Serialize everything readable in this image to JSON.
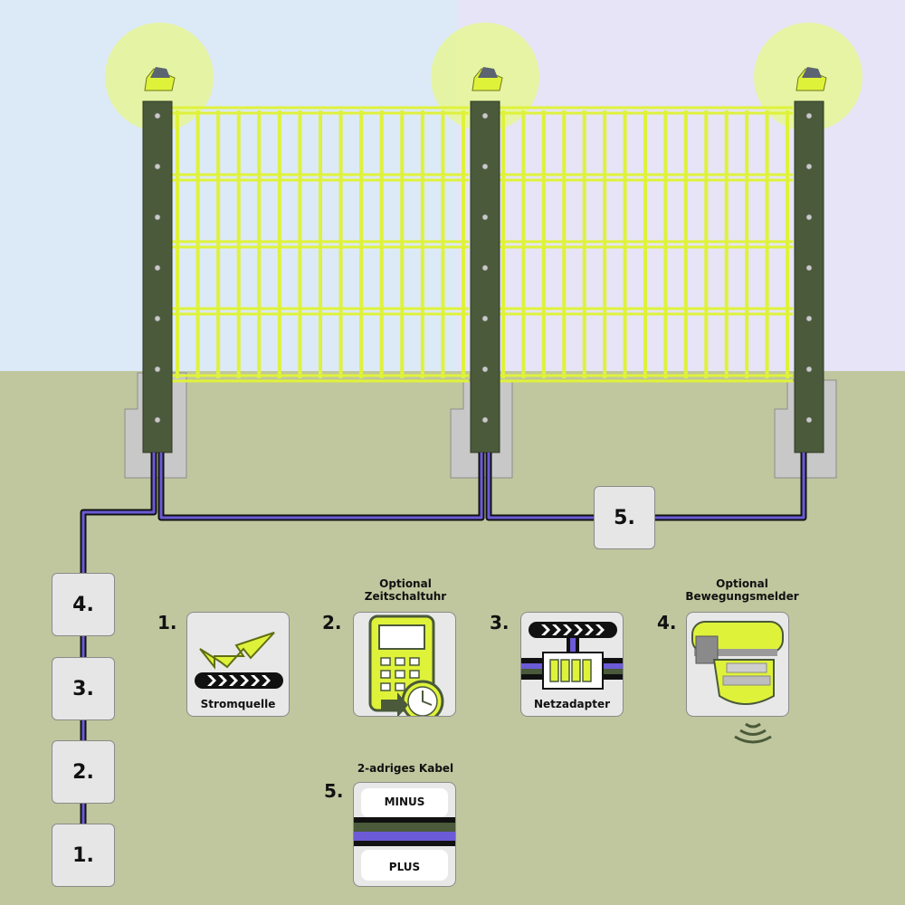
{
  "colors": {
    "sky_left": "#dce9f7",
    "sky_right": "#e6e4f6",
    "ground": "#c0c79e",
    "post": "#4a5a3a",
    "fence": "#dff23a",
    "glow": "#e6f59a",
    "wire_purple": "#6b5bd6",
    "wire_dark": "#111111",
    "box": "#e6e6e6"
  },
  "chain": {
    "boxes": [
      "4.",
      "3.",
      "2.",
      "1."
    ],
    "junction_label": "5."
  },
  "items": [
    {
      "number": "1.",
      "caption": "",
      "label": "Stromquelle",
      "icon": "lightning-icon"
    },
    {
      "number": "2.",
      "caption": "Optional\nZeitschaltuhr",
      "label": "",
      "icon": "timer-icon"
    },
    {
      "number": "3.",
      "caption": "",
      "label": "Netzadapter",
      "icon": "adapter-icon"
    },
    {
      "number": "4.",
      "caption": "Optional\nBewegungsmelder",
      "label": "",
      "icon": "motion-sensor-icon"
    }
  ],
  "cable": {
    "number": "5.",
    "caption": "2-adriges Kabel",
    "minus": "MINUS",
    "plus": "PLUS"
  }
}
